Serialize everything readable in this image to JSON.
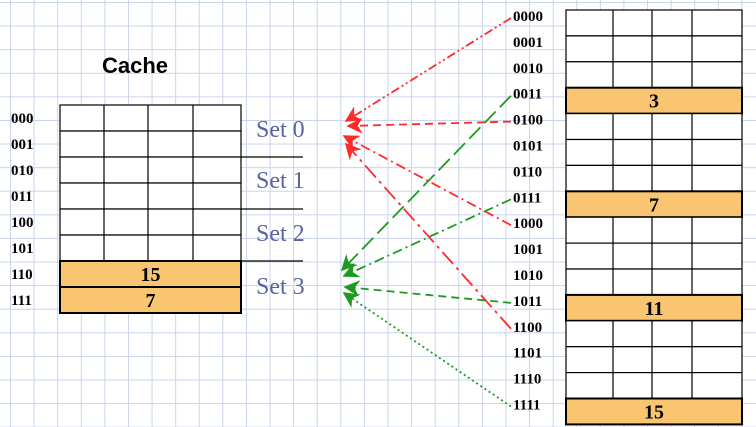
{
  "title": "Cache",
  "cache": {
    "addresses": [
      "000",
      "001",
      "010",
      "011",
      "100",
      "101",
      "110",
      "111"
    ],
    "filled": {
      "6": "15",
      "7": "7"
    }
  },
  "sets": [
    "Set 0",
    "Set 1",
    "Set 2",
    "Set 3"
  ],
  "memory": {
    "addresses": [
      "0000",
      "0001",
      "0010",
      "0011",
      "0100",
      "0101",
      "0110",
      "0111",
      "1000",
      "1001",
      "1010",
      "1011",
      "1100",
      "1101",
      "1110",
      "1111"
    ],
    "filled": {
      "3": "3",
      "7": "7",
      "11": "11",
      "15": "15"
    }
  },
  "colors": {
    "highlight": "#f9c571",
    "set0_arrows": "#ff2a2a",
    "set3_arrows": "#1e9b1e",
    "set_label": "#5a63a2"
  },
  "arrows": [
    {
      "from": "0000",
      "to_set": 0,
      "color": "red",
      "style": "dash-dot-dot"
    },
    {
      "from": "0100",
      "to_set": 0,
      "color": "red",
      "style": "dashed"
    },
    {
      "from": "1000",
      "to_set": 0,
      "color": "red",
      "style": "dash-dot"
    },
    {
      "from": "1100",
      "to_set": 0,
      "color": "red",
      "style": "long-dash-dot"
    },
    {
      "from": "0011",
      "to_set": 3,
      "color": "green",
      "style": "long-dash"
    },
    {
      "from": "0111",
      "to_set": 3,
      "color": "green",
      "style": "dash-dot"
    },
    {
      "from": "1011",
      "to_set": 3,
      "color": "green",
      "style": "dashed"
    },
    {
      "from": "1111",
      "to_set": 3,
      "color": "green",
      "style": "dotted"
    }
  ]
}
